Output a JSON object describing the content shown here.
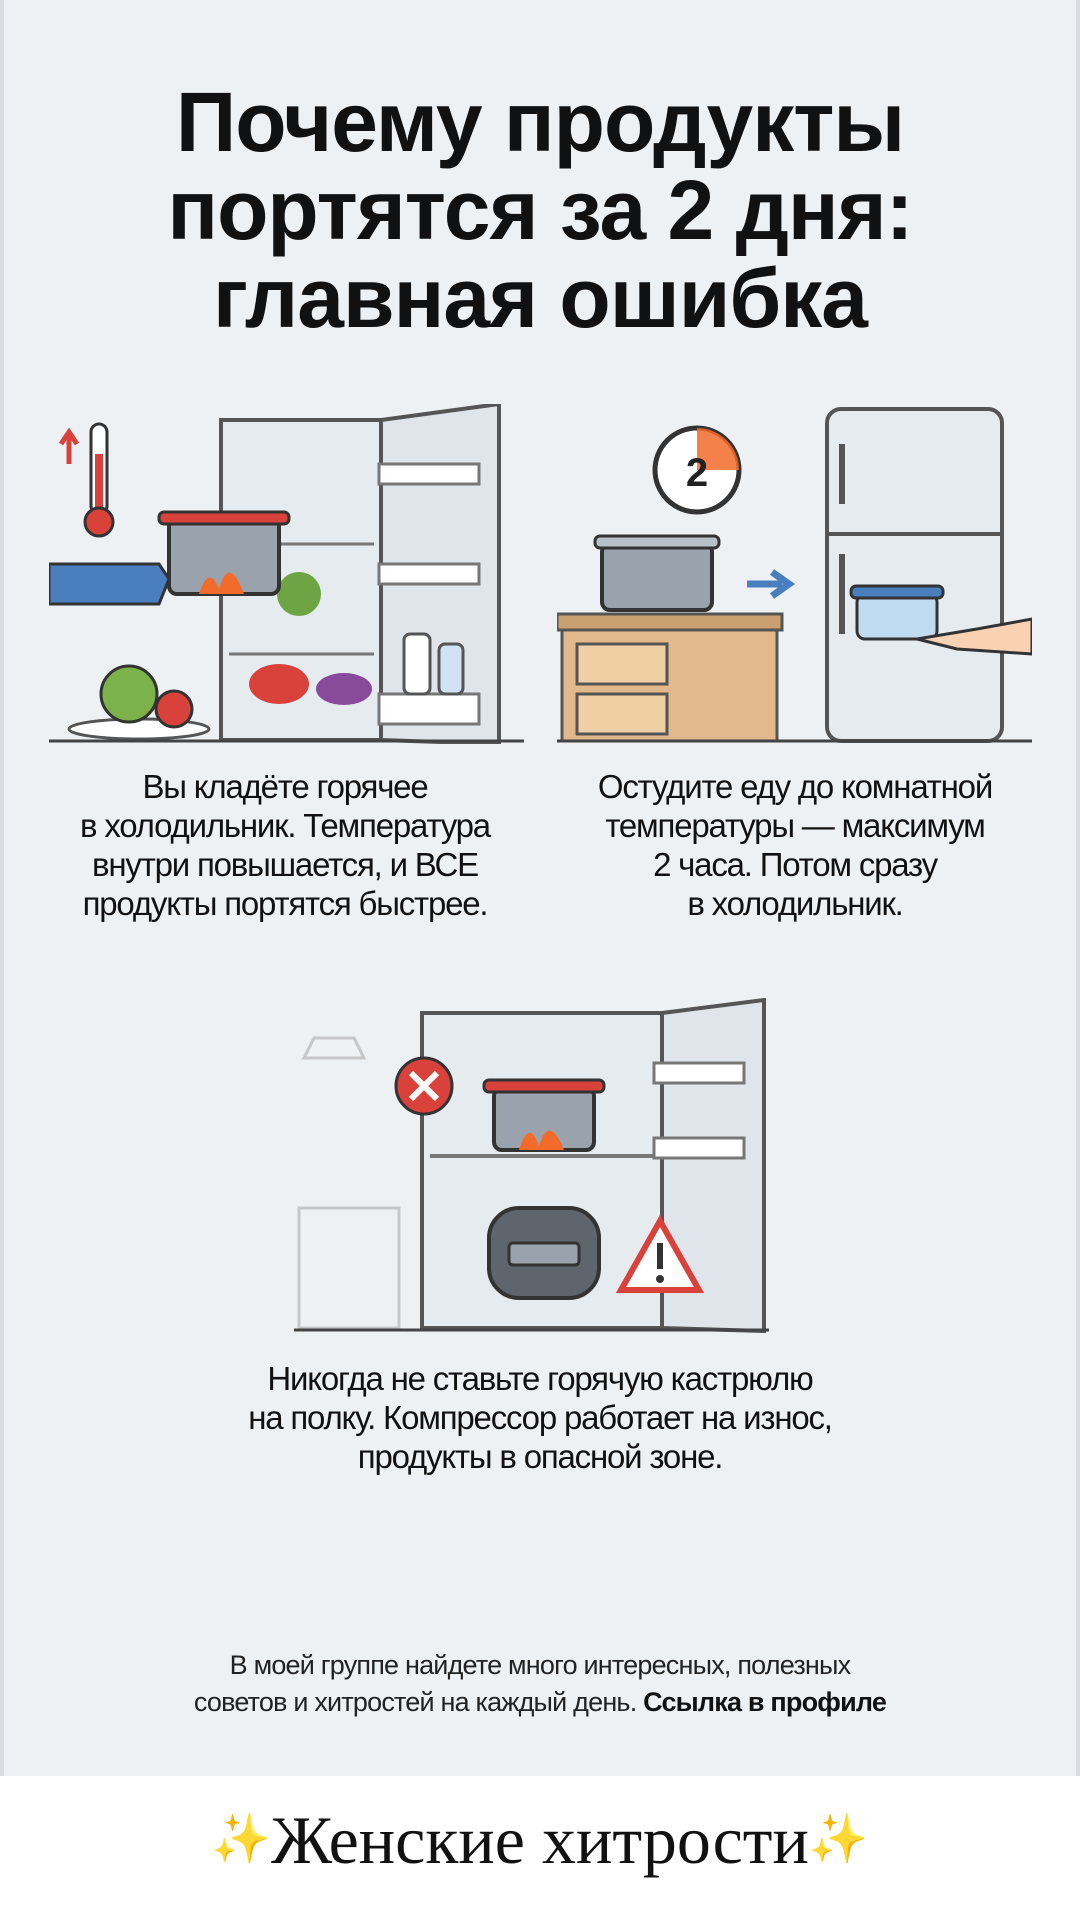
{
  "title": {
    "lines": [
      "Почему продукты",
      "портятся за 2 дня:",
      "главная ошибка"
    ]
  },
  "panels": [
    {
      "caption": [
        "Вы кладёте горячее",
        "в холодильник. Температура",
        "внутри повышается, и ВСЕ",
        "продукты портятся быстрее."
      ]
    },
    {
      "caption": [
        "Остудите еду до комнатной",
        "температуры — максимум",
        "2 часа. Потом сразу",
        "в холодильник."
      ],
      "timer_value": "2"
    },
    {
      "caption": [
        "Никогда не ставьте горячую кастрюлю",
        "на полку. Компрессор работает на износ,",
        "продукты в опасной зоне."
      ]
    }
  ],
  "promo": {
    "text_line1": "В моей группе найдете много интересных, полезных",
    "text_line2": "советов и хитростей на каждый день.",
    "link": "Ссылка в профиле"
  },
  "brand": {
    "sparkle": "✨",
    "name": "Женские хитрости"
  },
  "colors": {
    "background": "#eef1f4",
    "flame": "#f26b2a",
    "pot": "#9aa3ad",
    "accent_red": "#d8423a",
    "fridge": "#dfe5ea"
  }
}
